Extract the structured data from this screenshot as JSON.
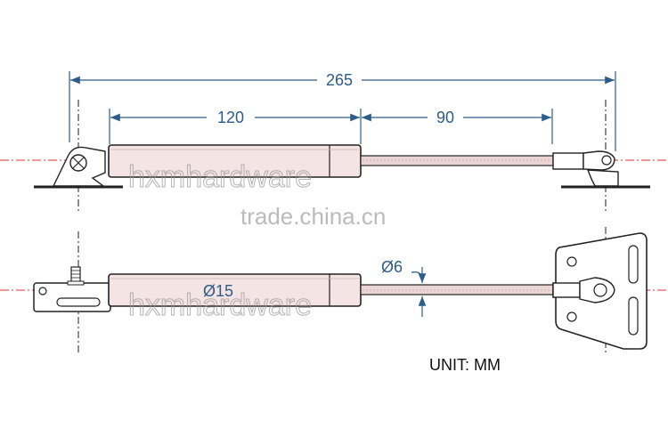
{
  "dimensions": {
    "overall": "265",
    "body_length": "120",
    "stroke": "90",
    "rod_diameter": "Ø6",
    "body_diameter": "Ø15"
  },
  "unit_label": "UNIT: MM",
  "watermarks": {
    "brand": "hxmhardware",
    "site": "trade.china.cn"
  },
  "colors": {
    "dimension": "#2c5c8a",
    "outline": "#222222",
    "centerline": "#e23030",
    "cylinder": "#f5e4e4",
    "rod": "#ead4d4"
  }
}
